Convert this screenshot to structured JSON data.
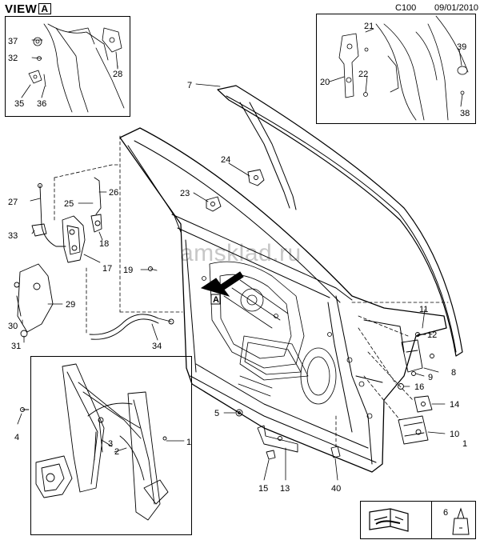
{
  "header": {
    "view_label": "VIEW",
    "view_marker": "A",
    "model_code": "C100",
    "date": "09/01/2010"
  },
  "watermark": "amsklad.ru",
  "view_arrow_marker": "A",
  "callouts": {
    "c1": "1",
    "c2": "2",
    "c3": "3",
    "c4": "4",
    "c5": "5",
    "c6": "6",
    "c7": "7",
    "c8": "8",
    "c9": "9",
    "c10": "10",
    "c11": "11",
    "c12": "12",
    "c13": "13",
    "c14": "14",
    "c15": "15",
    "c16": "16",
    "c17": "17",
    "c18": "18",
    "c19": "19",
    "c20": "20",
    "c21": "21",
    "c22": "22",
    "c23": "23",
    "c24": "24",
    "c25": "25",
    "c26": "26",
    "c27": "27",
    "c28": "28",
    "c29": "29",
    "c30": "30",
    "c31": "31",
    "c32": "32",
    "c33": "33",
    "c34": "34",
    "c35": "35",
    "c36": "36",
    "c37": "37",
    "c38": "38",
    "c39": "39",
    "c40": "40"
  },
  "colors": {
    "line": "#000000",
    "watermark": "#9a9a9a"
  },
  "icons": {
    "manual": "open-book-wrench-icon",
    "sealant": "sealant-tube-icon"
  }
}
